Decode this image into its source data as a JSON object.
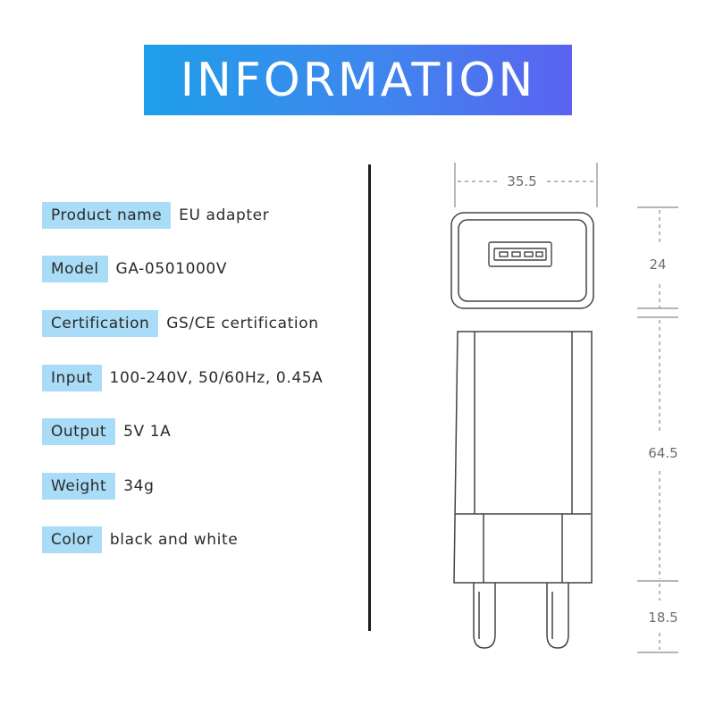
{
  "banner": {
    "title": "INFORMATION"
  },
  "specs": [
    {
      "label": "Product name",
      "value": "EU adapter"
    },
    {
      "label": "Model",
      "value": "GA-0501000V"
    },
    {
      "label": "Certification",
      "value": "GS/CE certification"
    },
    {
      "label": "Input",
      "value": "100-240V, 50/60Hz, 0.45A"
    },
    {
      "label": "Output",
      "value": "5V 1A"
    },
    {
      "label": "Weight",
      "value": "34g"
    },
    {
      "label": "Color",
      "value": "black and white"
    }
  ],
  "dimensions": {
    "width": "35.5",
    "head_height": "24",
    "body_height": "64.5",
    "pin_length": "18.5"
  },
  "colors": {
    "banner_start": "#1f9fe9",
    "banner_end": "#5a63f0",
    "label_background": "#a9dcf6"
  }
}
